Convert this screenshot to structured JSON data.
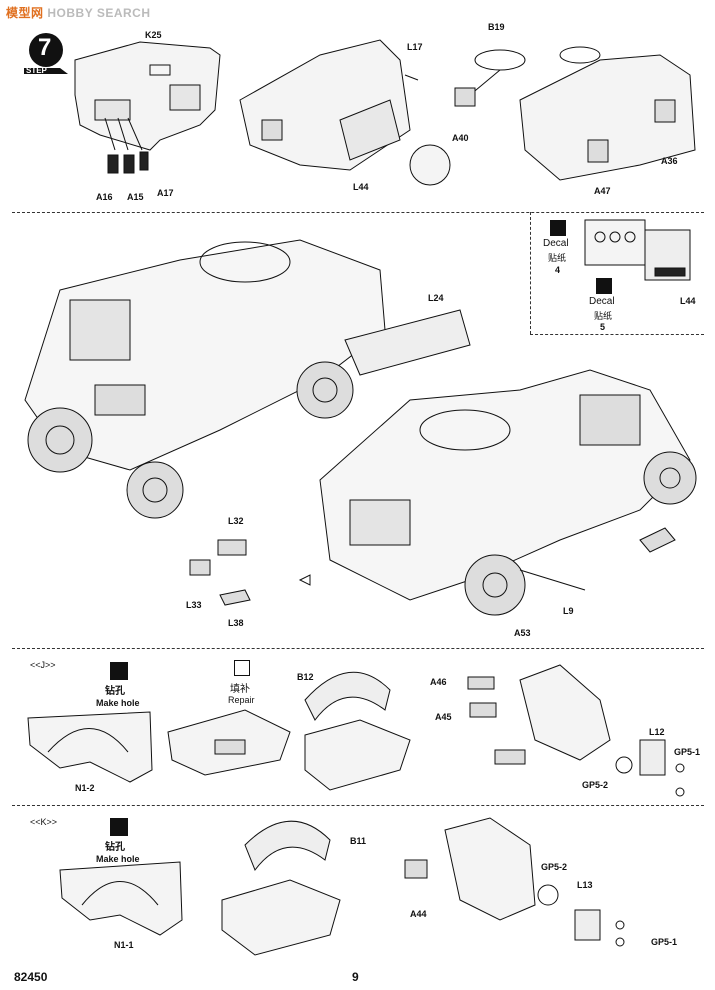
{
  "watermark": {
    "cn": "模型网",
    "en": "HOBBY SEARCH"
  },
  "step": {
    "word": "STEP",
    "number": "7"
  },
  "labels": {
    "K25": "K25",
    "L17": "L17",
    "B19": "B19",
    "A40": "A40",
    "L44a": "L44",
    "A16": "A16",
    "A15": "A15",
    "A17": "A17",
    "A36": "A36",
    "A47": "A47",
    "L24": "L24",
    "L44b": "L44",
    "L32": "L32",
    "L33": "L33",
    "L38": "L38",
    "L9": "L9",
    "A53": "A53",
    "B12": "B12",
    "A46": "A46",
    "A45": "A45",
    "L12": "L12",
    "GP5_1a": "GP5-1",
    "GP5_2a": "GP5-2",
    "N1_2": "N1-2",
    "B11": "B11",
    "A44": "A44",
    "GP5_2b": "GP5-2",
    "L13": "L13",
    "GP5_1b": "GP5-1",
    "N1_1": "N1-1"
  },
  "decals": {
    "d4": {
      "word": "Decal",
      "cn": "贴纸",
      "num": "4"
    },
    "d5": {
      "word": "Decal",
      "cn": "贴纸",
      "num": "5"
    }
  },
  "subsections": {
    "J": {
      "tag": "<<J>>",
      "hole_cn": "钻孔",
      "hole_en": "Make hole",
      "repair_cn": "填补",
      "repair_en": "Repair"
    },
    "K": {
      "tag": "<<K>>",
      "hole_cn": "钻孔",
      "hole_en": "Make hole"
    }
  },
  "footer": {
    "code": "82450",
    "page": "9"
  }
}
